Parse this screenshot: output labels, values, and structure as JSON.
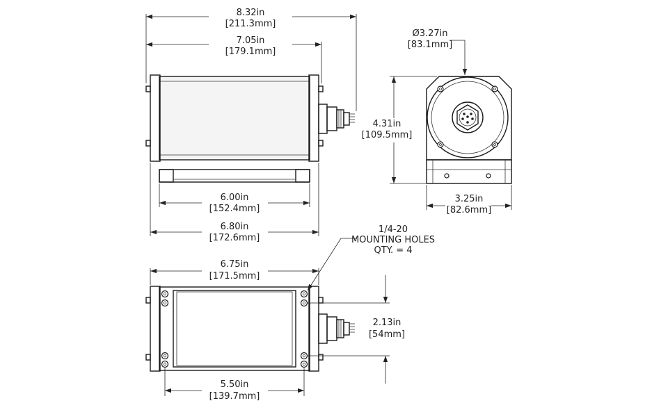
{
  "dims": {
    "overall_length": {
      "in": "8.32in",
      "mm": "[211.3mm]"
    },
    "body_length": {
      "in": "7.05in",
      "mm": "[179.1mm]"
    },
    "base_length": {
      "in": "6.00in",
      "mm": "[152.4mm]"
    },
    "end_to_end": {
      "in": "6.80in",
      "mm": "[172.6mm]"
    },
    "diameter": {
      "in": "Ø3.27in",
      "mm": "[83.1mm]"
    },
    "height": {
      "in": "4.31in",
      "mm": "[109.5mm]"
    },
    "width": {
      "in": "3.25in",
      "mm": "[82.6mm]"
    },
    "bottom_length": {
      "in": "6.75in",
      "mm": "[171.5mm]"
    },
    "hole_spacing_length": {
      "in": "5.50in",
      "mm": "[139.7mm]"
    },
    "hole_spacing_width": {
      "in": "2.13in",
      "mm": "[54mm]"
    }
  },
  "callout": {
    "line1": "1/4-20",
    "line2": "MOUNTING HOLES",
    "line3": "QTY. = 4"
  }
}
